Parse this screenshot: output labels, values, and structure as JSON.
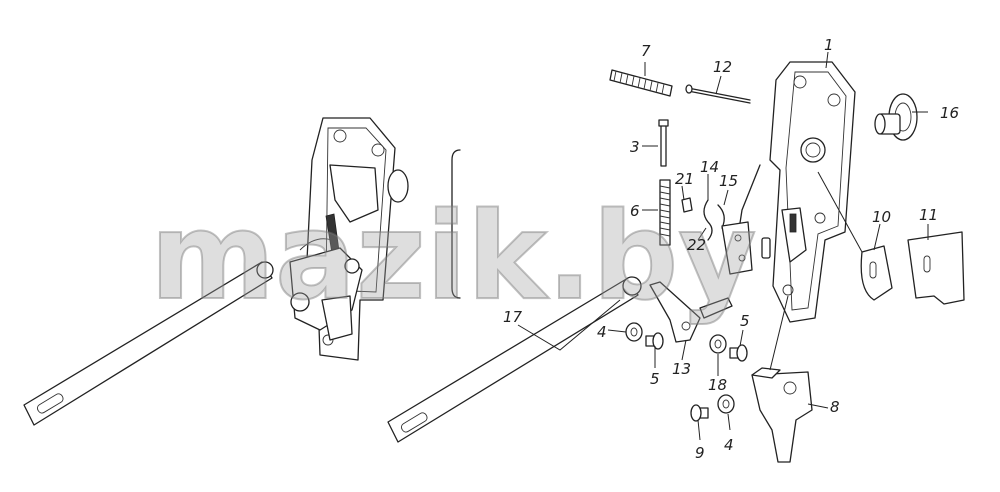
{
  "watermark": {
    "text": "mazik.by"
  },
  "part_labels": [
    {
      "id": "l1",
      "text": "1"
    },
    {
      "id": "l3",
      "text": "3"
    },
    {
      "id": "l4a",
      "text": "4"
    },
    {
      "id": "l4b",
      "text": "4"
    },
    {
      "id": "l5a",
      "text": "5"
    },
    {
      "id": "l5b",
      "text": "5"
    },
    {
      "id": "l6",
      "text": "6"
    },
    {
      "id": "l7",
      "text": "7"
    },
    {
      "id": "l8",
      "text": "8"
    },
    {
      "id": "l9",
      "text": "9"
    },
    {
      "id": "l10",
      "text": "10"
    },
    {
      "id": "l11",
      "text": "11"
    },
    {
      "id": "l12",
      "text": "12"
    },
    {
      "id": "l13",
      "text": "13"
    },
    {
      "id": "l14",
      "text": "14"
    },
    {
      "id": "l15",
      "text": "15"
    },
    {
      "id": "l16",
      "text": "16"
    },
    {
      "id": "l17",
      "text": "17"
    },
    {
      "id": "l18",
      "text": "18"
    },
    {
      "id": "l21",
      "text": "21"
    },
    {
      "id": "l22",
      "text": "22"
    }
  ]
}
